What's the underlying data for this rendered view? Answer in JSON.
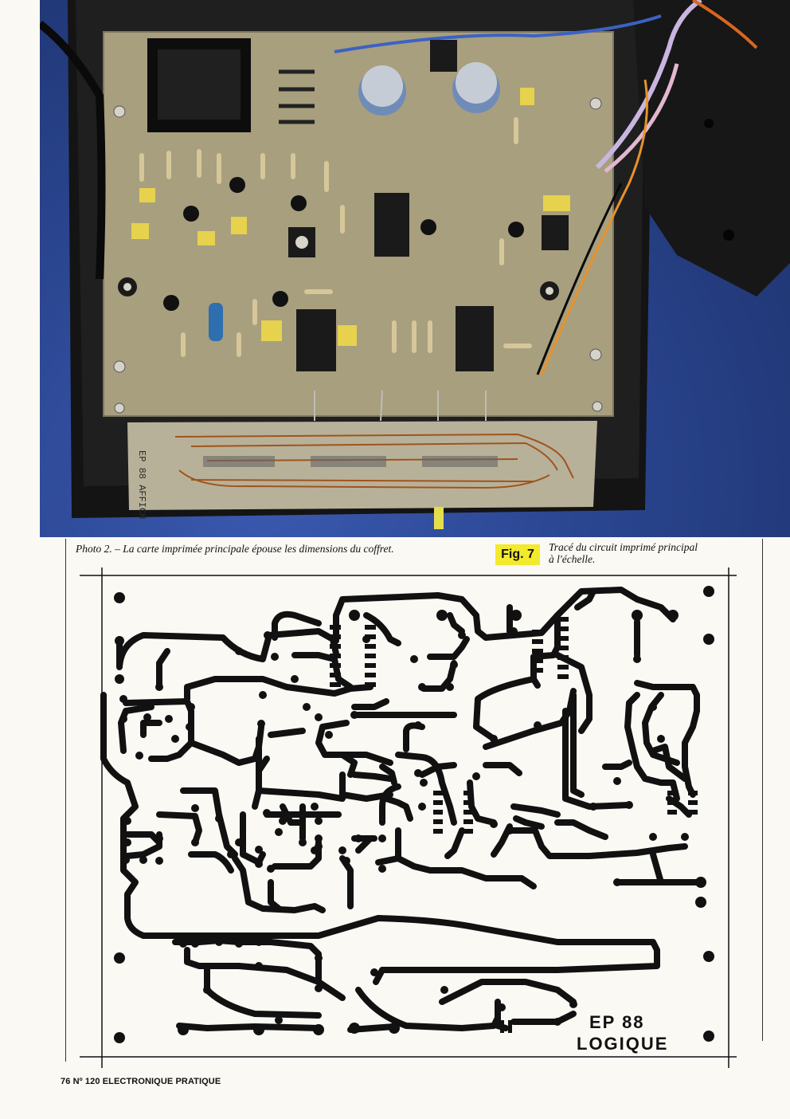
{
  "photo": {
    "caption": "Photo 2. – La carte imprimée principale épouse les dimensions du coffret.",
    "board_label": "EP 88 AFFICH"
  },
  "figure": {
    "badge": "Fig. 7",
    "caption_line1": "Tracé du circuit imprimé principal",
    "caption_line2": "à l'échelle."
  },
  "pcb": {
    "label_line1": "EP 88",
    "label_line2": "LOGIQUE"
  },
  "footer": {
    "text": "76 Nº 120 ELECTRONIQUE PRATIQUE"
  },
  "colors": {
    "page_bg": "#fbf9f4",
    "photo_bg": "#2a458f",
    "case": "#141414",
    "board": "#a89f7e",
    "display_board": "#b8b19a",
    "trace": "#111111",
    "badge": "#f2ea2c"
  }
}
